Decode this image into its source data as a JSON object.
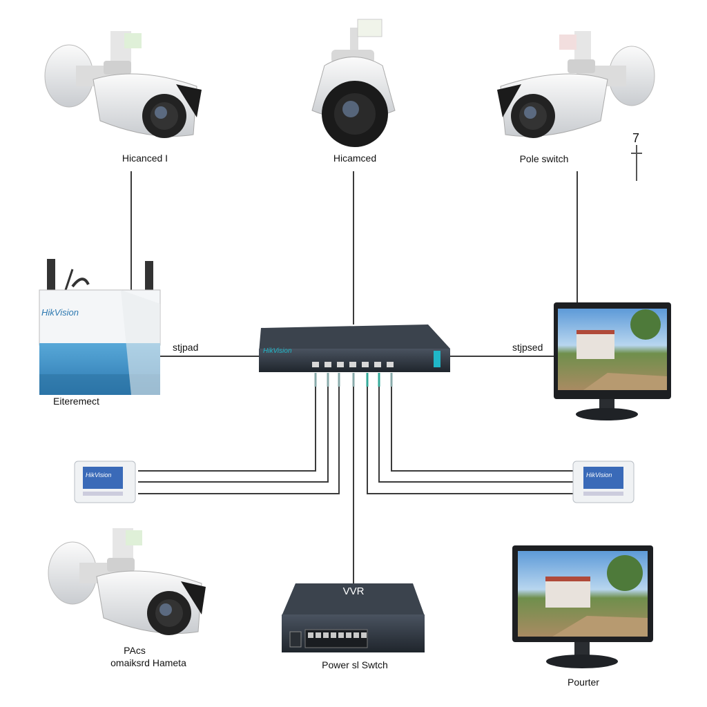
{
  "labels": {
    "camera_top_left": "Hicanced I",
    "camera_top_center": "Hicamced",
    "camera_top_right": "Pole switch",
    "side_mark_right": "7",
    "router_brand": "HikVision",
    "router_caption": "Eiteremect",
    "link_left": "stjpad",
    "link_right": "stjpsed",
    "switch_brand": "HikVision",
    "panel_left_brand": "HikVision",
    "panel_right_brand": "HikVision",
    "camera_bottom_left_line1": "PAcs",
    "camera_bottom_left_line2": "omaiksrd Hameta",
    "nvr_top": "VVR",
    "nvr_caption": "Power sl Swtch",
    "monitor_bottom_caption": "Pourter"
  },
  "colors": {
    "line": "#3a3a3a",
    "device_dark": "#2e3640",
    "router_blue": "#3d8fc4",
    "screen_blue": "#2c5fa8"
  }
}
